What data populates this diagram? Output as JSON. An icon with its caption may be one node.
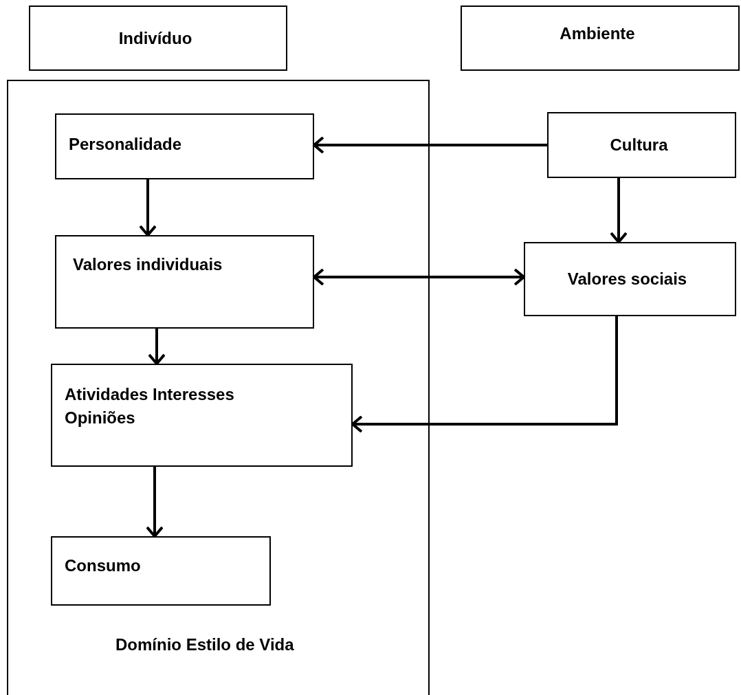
{
  "diagram": {
    "nodes": [
      {
        "text": [
          "Indivíduo"
        ]
      },
      {
        "text": [
          "Ambiente"
        ]
      },
      {
        "text": [
          "Domínio Estilo de Vida"
        ]
      },
      {
        "text": [
          "Personalidade"
        ],
        "in": 2
      },
      {
        "text": [
          "Valores individuais"
        ],
        "in": 2
      },
      {
        "text": [
          "Atividades Interesses Opiniões"
        ],
        "in": 2
      },
      {
        "text": [
          "Consumo"
        ],
        "in": 2
      },
      {
        "text": [
          "Cultura"
        ]
      },
      {
        "text": [
          "Valores sociais"
        ]
      }
    ],
    "edges": [
      {
        "from": 7,
        "to": 3,
        "arrow": "to"
      },
      {
        "from": 7,
        "to": 8,
        "arrow": "to"
      },
      {
        "from": 4,
        "to": 8,
        "arrow": "both"
      },
      {
        "from": 8,
        "to": 5,
        "arrow": "to"
      },
      {
        "from": 3,
        "to": 4,
        "arrow": "to"
      },
      {
        "from": 4,
        "to": 5,
        "arrow": "to"
      },
      {
        "from": 5,
        "to": 6,
        "arrow": "to"
      }
    ]
  }
}
